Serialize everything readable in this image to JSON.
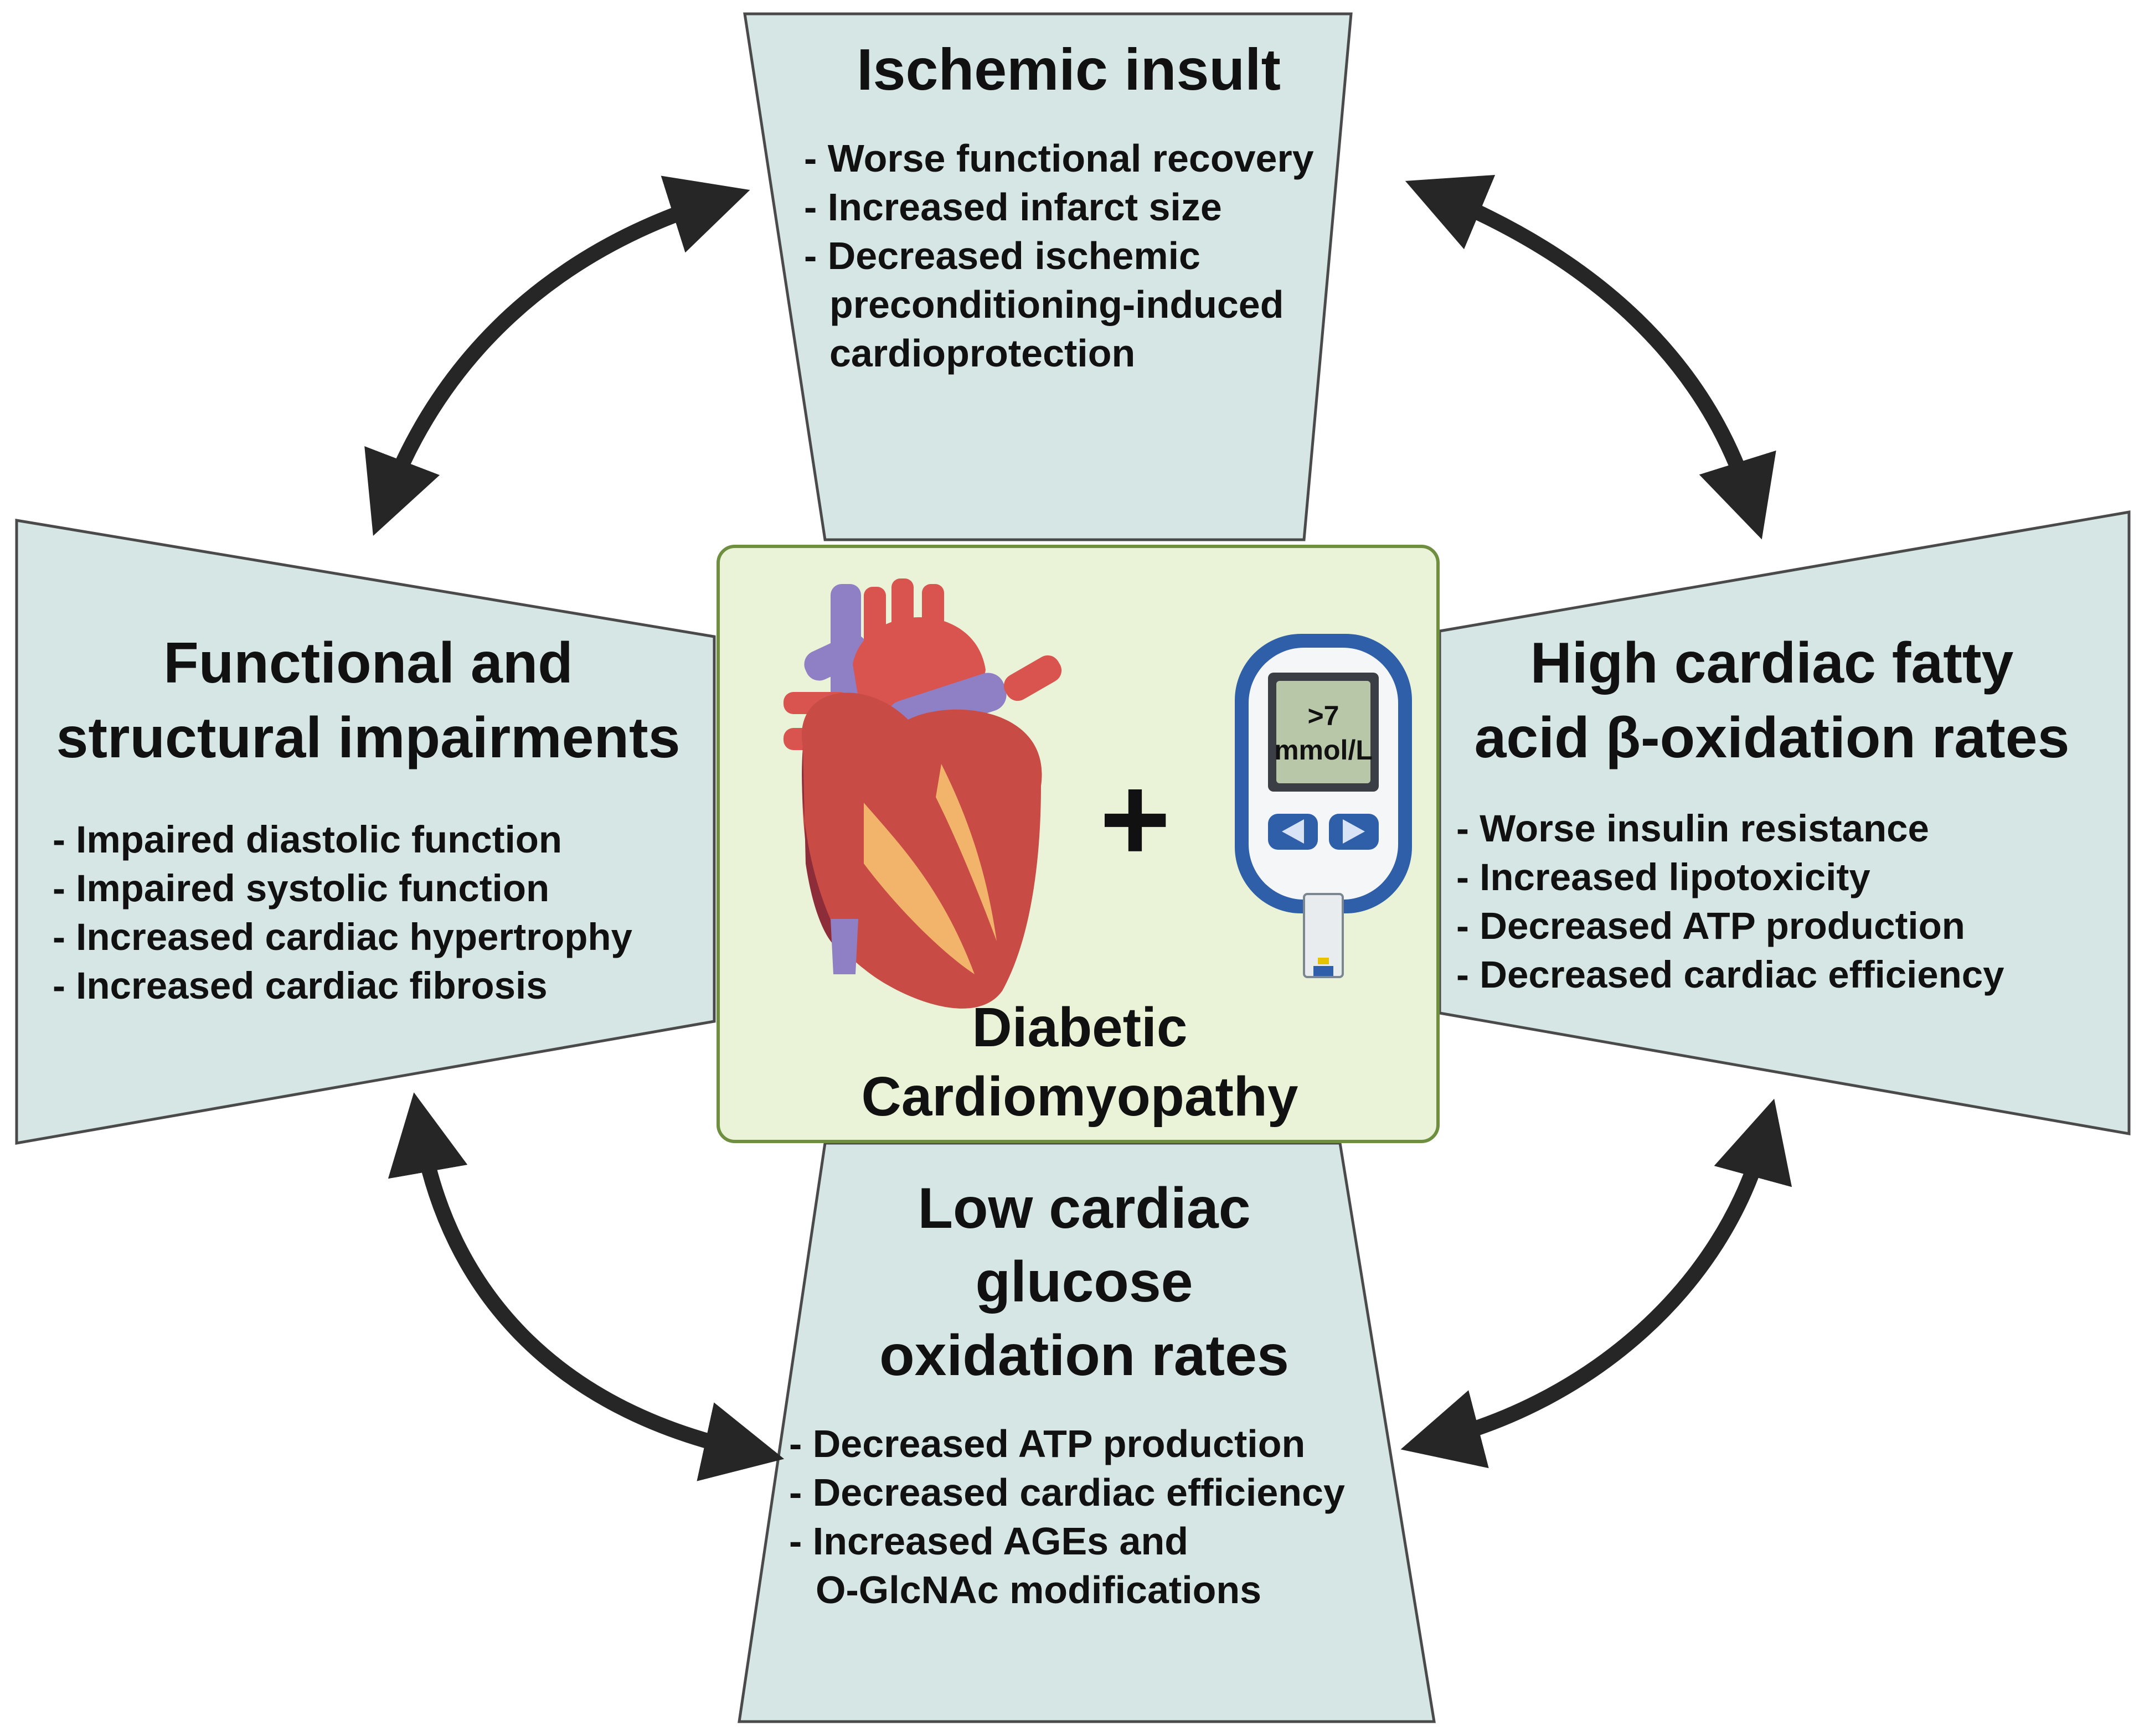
{
  "panels": {
    "top": {
      "title": [
        "Ischemic insult"
      ],
      "bullets": [
        "- Worse functional recovery",
        "- Increased infarct size",
        "- Decreased ischemic",
        "preconditioning-induced",
        "cardioprotection"
      ]
    },
    "left": {
      "title": [
        "Functional and",
        "structural impairments"
      ],
      "bullets": [
        "- Impaired diastolic function",
        "- Impaired systolic function",
        "- Increased cardiac hypertrophy",
        "- Increased cardiac fibrosis"
      ]
    },
    "right": {
      "title": [
        "High cardiac fatty",
        "acid β-oxidation rates"
      ],
      "bullets": [
        "- Worse insulin resistance",
        "- Increased lipotoxicity",
        "- Decreased ATP production",
        "- Decreased cardiac efficiency"
      ]
    },
    "bottom": {
      "title": [
        "Low cardiac",
        "glucose",
        "oxidation rates"
      ],
      "bullets": [
        "- Decreased ATP production",
        "- Decreased cardiac efficiency",
        "- Increased AGEs and",
        "O-GlcNAc modifications"
      ]
    }
  },
  "center": {
    "plus": "+",
    "meter_reading": [
      ">7",
      "mmol/L"
    ],
    "label": [
      "Diabetic",
      "Cardiomyopathy"
    ]
  },
  "icons": {
    "heart": "heart-icon",
    "meter": "glucose-meter-icon"
  },
  "colors": {
    "panel_fill": "#d6e6e4",
    "center_fill": "#eaf3d7",
    "center_border": "#6e8f3f",
    "arrow": "#262626"
  }
}
